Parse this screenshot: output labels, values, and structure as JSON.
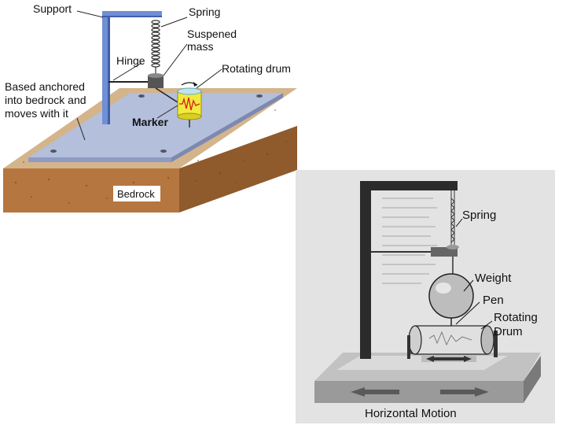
{
  "figure1": {
    "labels": {
      "support": "Support",
      "spring": "Spring",
      "suspended_mass_line1": "Suspened",
      "suspended_mass_line2": "mass",
      "hinge": "Hinge",
      "rotating_drum": "Rotating drum",
      "base_line1": "Based anchored",
      "base_line2": "into bedrock and",
      "base_line3": "moves with it",
      "marker": "Marker",
      "bedrock": "Bedrock"
    },
    "colors": {
      "frame": "#6f8fd6",
      "plate": "#b4bfdc",
      "bedrock": "#b6763f",
      "soil_top": "#d4b48a",
      "drum": "#f2ea3c",
      "trace": "#d21f1f"
    }
  },
  "figure2": {
    "labels": {
      "spring": "Spring",
      "weight": "Weight",
      "pen": "Pen",
      "rotating_line1": "Rotating",
      "rotating_line2": "Drum",
      "horizontal_motion": "Horizontal Motion"
    },
    "colors": {
      "photo_bg": "#e3e3e3",
      "post": "#2b2b2b",
      "base": "#9a9a9a"
    }
  }
}
